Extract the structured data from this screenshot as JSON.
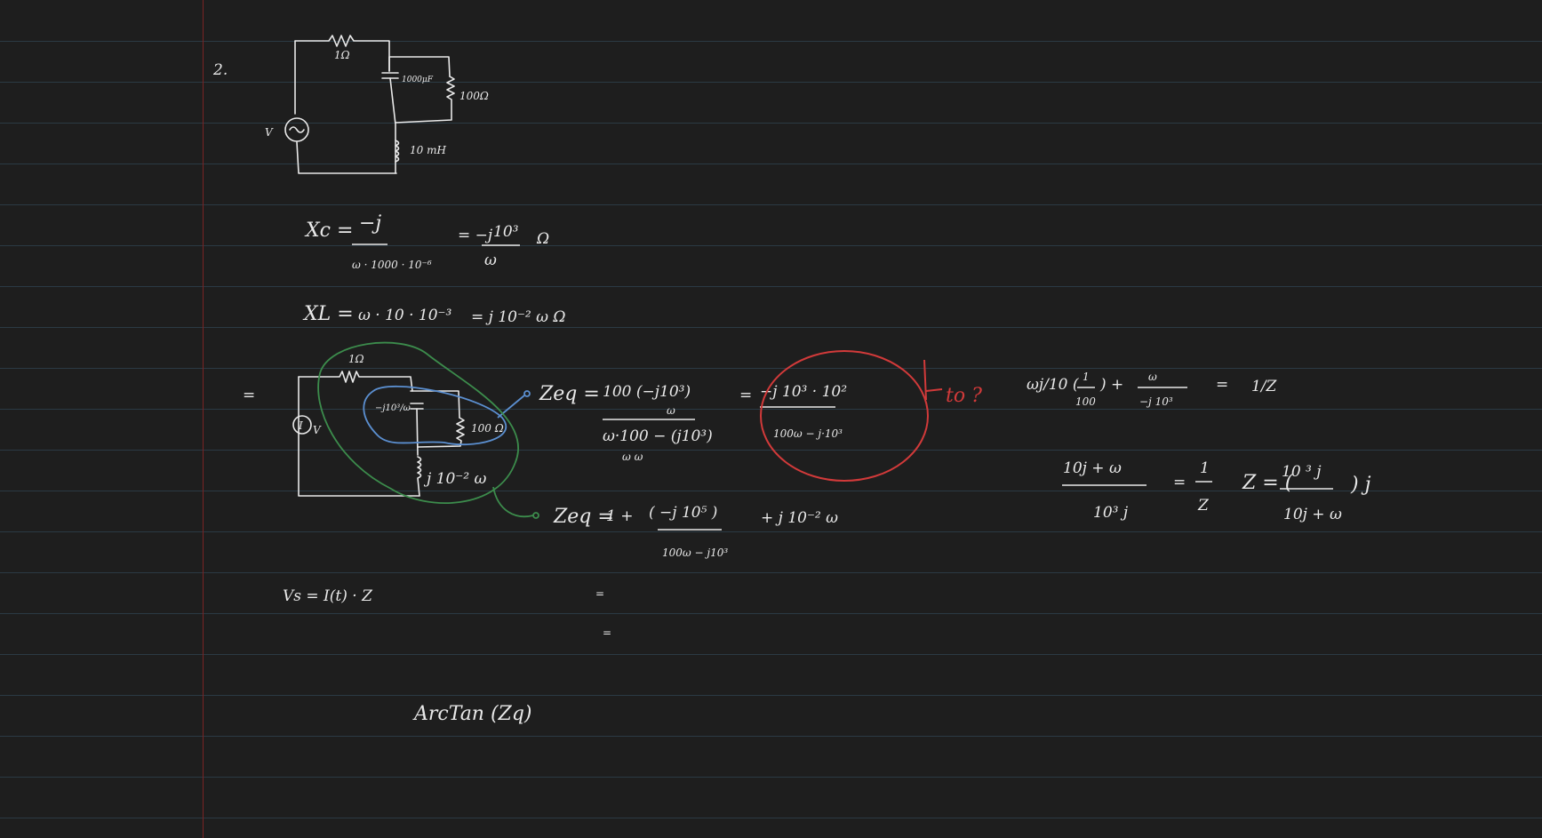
{
  "note": {
    "problem_number": "2.",
    "circuit": {
      "resistor_1": "1Ω",
      "capacitor": "1000μF",
      "resistor_2": "100Ω",
      "inductor": "10 mH",
      "source": "V"
    },
    "xc": {
      "lhs": "Xc =",
      "num": "−j",
      "den": "ω · 1000 · 10⁻⁶",
      "eq": "= −j",
      "num2": "10³",
      "den2": "ω",
      "unit": "Ω"
    },
    "xl": {
      "lhs": "XL =",
      "mid": "ω · 10 · 10⁻³",
      "rhs": "= j 10⁻² ω Ω"
    },
    "equals_sign": "=",
    "circuit2": {
      "r1": "1Ω",
      "cap": "−j10³/ω",
      "r2": "100 Ω",
      "ind": "j 10⁻² ω",
      "source_i": "I",
      "source_v": "V"
    },
    "zeq1": {
      "lhs": "Zeq =",
      "num": "100 (−j10³)",
      "num_div": "ω",
      "den": "ω·100 − (j10³)",
      "den_div": "ω      ω",
      "eq": "=",
      "boxed_num": "−j 10³ · 10²",
      "boxed_den": "100ω − j·10³"
    },
    "zeq2": {
      "lhs": "Zeq =",
      "lead": "1 +",
      "num": "( −j 10⁵ )",
      "den": "100ω − j10³",
      "tail": "+ j 10⁻² ω"
    },
    "red_note": "to ?",
    "right_calc": {
      "line1_left": "ωj/10 (",
      "line1_frac_num": "1",
      "line1_frac_den": "100",
      "line1_mid": ") +",
      "line1_frac2_num": "ω",
      "line1_frac2_den": "−j 10³",
      "line1_eq": "=",
      "line1_rhs": "1/Z",
      "line2_num": "10j + ω",
      "line2_den": "10³ j",
      "line2_eq": "=",
      "line2_rhs_num": "1",
      "line2_rhs_den": "Z",
      "line2_z": "Z = (",
      "line2_z_num": "10 ³ j",
      "line2_z_den": "10j + ω",
      "line2_z_tail": ") j"
    },
    "vs_line": "Vs = I(t) · Z",
    "equals_a": "=",
    "equals_b": "=",
    "arctan": "ArcTan (Zq)"
  },
  "colors": {
    "background": "#1e1e1e",
    "ruling": "#2b3a44",
    "margin": "#7a2323",
    "ink": "#e9e9e9",
    "blue": "#5b8fd0",
    "green": "#3c8c4c",
    "red": "#d23a3a"
  }
}
